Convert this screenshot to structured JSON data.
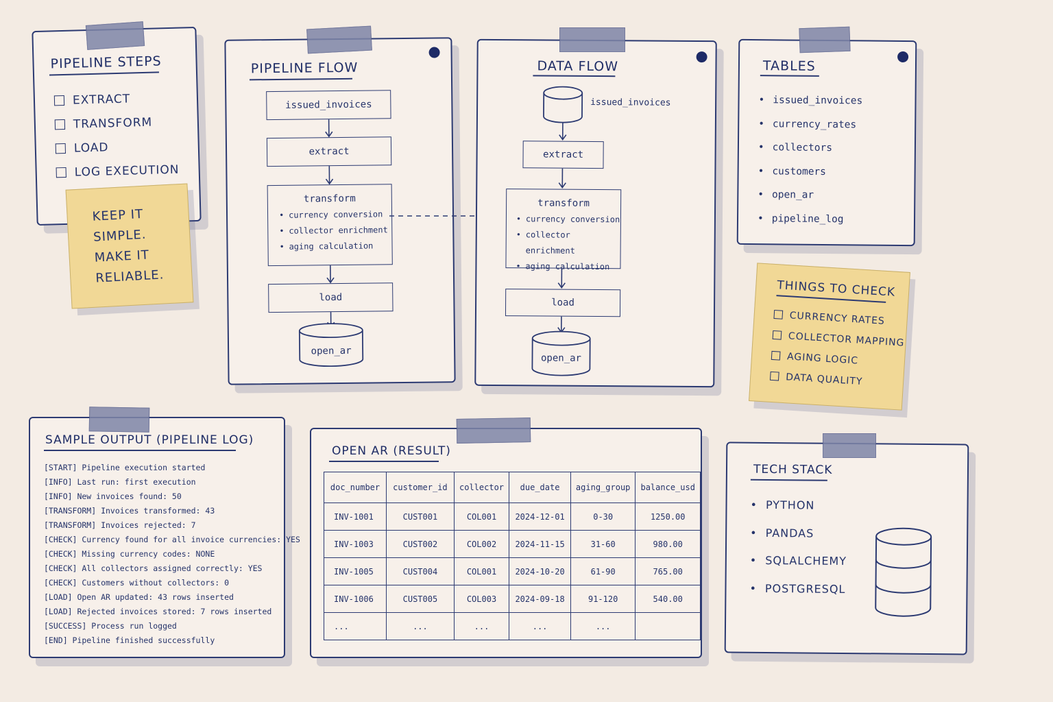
{
  "pipeline_steps": {
    "title": "PIPELINE STEPS",
    "items": [
      "EXTRACT",
      "TRANSFORM",
      "LOAD",
      "LOG EXECUTION"
    ]
  },
  "sticky_simple": {
    "lines": [
      "KEEP IT",
      "SIMPLE.",
      "MAKE IT",
      "RELIABLE."
    ]
  },
  "pipeline_flow": {
    "title": "PIPELINE FLOW",
    "source": "issued_invoices",
    "extract": "extract",
    "transform": "transform",
    "transform_items": [
      "currency conversion",
      "collector enrichment",
      "aging calculation"
    ],
    "load": "load",
    "target": "open_ar"
  },
  "data_flow": {
    "title": "DATA FLOW",
    "source": "issued_invoices",
    "extract": "extract",
    "transform": "transform",
    "transform_items": [
      "currency conversion",
      "collector enrichment",
      "aging calculation"
    ],
    "load": "load",
    "target": "open_ar"
  },
  "tables": {
    "title": "TABLES",
    "items": [
      "issued_invoices",
      "currency_rates",
      "collectors",
      "customers",
      "open_ar",
      "pipeline_log"
    ]
  },
  "things_to_check": {
    "title": "THINGS TO CHECK",
    "items": [
      "CURRENCY RATES",
      "COLLECTOR MAPPING",
      "AGING LOGIC",
      "DATA QUALITY"
    ]
  },
  "sample_output": {
    "title": "SAMPLE OUTPUT (PIPELINE LOG)",
    "lines": [
      "[START] Pipeline execution started",
      "[INFO] Last run: first execution",
      "[INFO] New invoices found: 50",
      "[TRANSFORM] Invoices transformed: 43",
      "[TRANSFORM] Invoices rejected: 7",
      "[CHECK] Currency found for all invoice currencies: YES",
      "[CHECK] Missing currency codes: NONE",
      "[CHECK] All collectors assigned correctly: YES",
      "[CHECK] Customers without collectors: 0",
      "[LOAD] Open AR updated: 43 rows inserted",
      "[LOAD] Rejected invoices stored: 7 rows inserted",
      "[SUCCESS] Process run logged",
      "[END] Pipeline finished successfully"
    ]
  },
  "open_ar": {
    "title": "OPEN AR (RESULT)",
    "headers": [
      "doc_number",
      "customer_id",
      "collector",
      "due_date",
      "aging_group",
      "balance_usd"
    ],
    "rows": [
      [
        "INV-1001",
        "CUST001",
        "COL001",
        "2024-12-01",
        "0-30",
        "1250.00"
      ],
      [
        "INV-1003",
        "CUST002",
        "COL002",
        "2024-11-15",
        "31-60",
        "980.00"
      ],
      [
        "INV-1005",
        "CUST004",
        "COL001",
        "2024-10-20",
        "61-90",
        "765.00"
      ],
      [
        "INV-1006",
        "CUST005",
        "COL003",
        "2024-09-18",
        "91-120",
        "540.00"
      ],
      [
        "...",
        "...",
        "...",
        "...",
        "...",
        ""
      ]
    ]
  },
  "tech_stack": {
    "title": "TECH STACK",
    "items": [
      "PYTHON",
      "PANDAS",
      "SQLALCHEMY",
      "POSTGRESQL"
    ]
  },
  "icons": [
    "pin-icon",
    "database-icon",
    "checkbox-icon",
    "arrow-icon"
  ],
  "colors": {
    "ink": "#25336a",
    "paper": "#f3ebe3",
    "sticky": "#f1d896"
  }
}
